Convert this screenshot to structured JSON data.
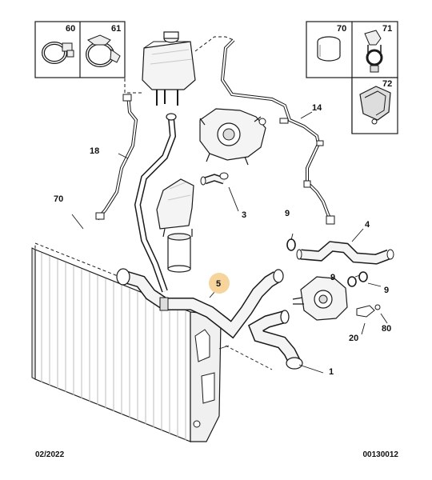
{
  "footer": {
    "date": "02/2022",
    "reference": "00130012"
  },
  "inset_left": {
    "labels": [
      "60",
      "61"
    ]
  },
  "inset_right": {
    "labels": [
      "70",
      "71",
      "72"
    ]
  },
  "callouts": {
    "c1": "1",
    "c3": "3",
    "c4": "4",
    "c5": "5",
    "c9a": "9",
    "c9b": "9",
    "c9c": "9",
    "c14": "14",
    "c18": "18",
    "c20": "20",
    "c70": "70",
    "c80": "80"
  },
  "colors": {
    "line": "#1a1a1a",
    "highlight": "#f7d49c",
    "part_fill": "#f4f4f4",
    "part_shade": "#dcdcdc"
  }
}
